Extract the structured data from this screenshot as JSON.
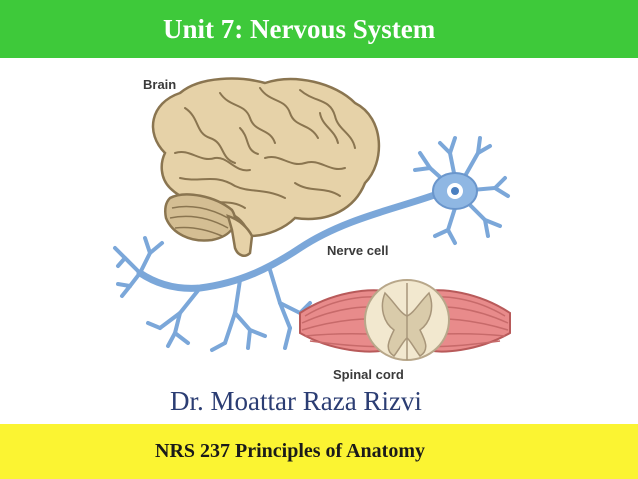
{
  "title": "Unit 7: Nervous System",
  "diagram": {
    "labels": {
      "brain": "Brain",
      "nerve_cell": "Nerve cell",
      "spinal_cord": "Spinal cord"
    }
  },
  "author": "Dr. Moattar Raza Rizvi",
  "course": "NRS 237 Principles of Anatomy",
  "colors": {
    "title_bar": "#3ec93a",
    "footer_bar": "#fbf432",
    "author_text": "#2b3d73",
    "nerve": "#7ba7d9",
    "brain": "#e6d2a8",
    "muscle": "#e88b8b"
  }
}
